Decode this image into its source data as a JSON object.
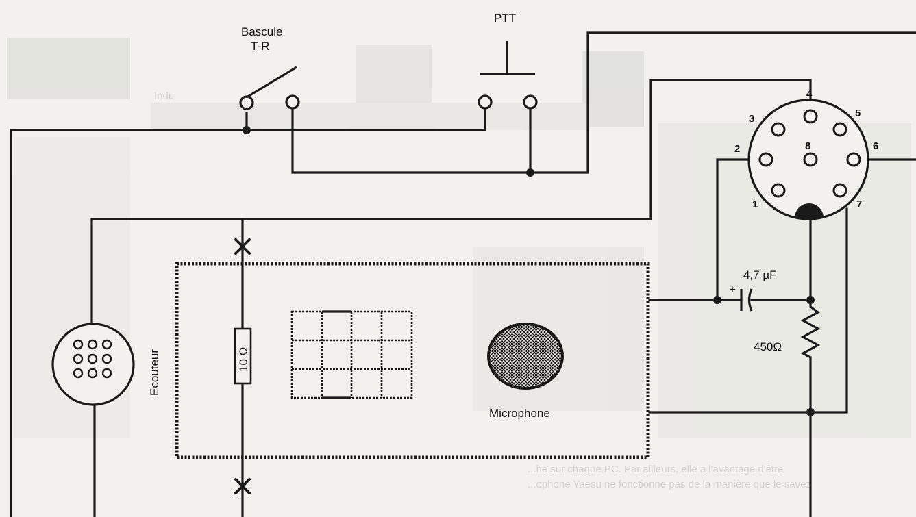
{
  "labels": {
    "bascule_line1": "Bascule",
    "bascule_line2": "T-R",
    "ptt": "PTT",
    "ecouteur": "Ecouteur",
    "microphone": "Microphone",
    "resistor_10": "10 Ω",
    "capacitor": "4,7 µF",
    "capacitor_polarity": "+",
    "resistor_450": "450Ω"
  },
  "connector_pins": [
    "1",
    "2",
    "3",
    "4",
    "5",
    "6",
    "7",
    "8"
  ],
  "background_text": {
    "heading": "Indu",
    "caption_line1": "...he sur chaque PC. Par ailleurs, elle a l'avantage d'être",
    "caption_line2": "...ophone Yaesu ne fonctionne pas de la manière que le savez"
  },
  "colors": {
    "ink": "#1a1a1a",
    "paper": "#f2f1ee",
    "ghost": "#d4d3cf"
  }
}
